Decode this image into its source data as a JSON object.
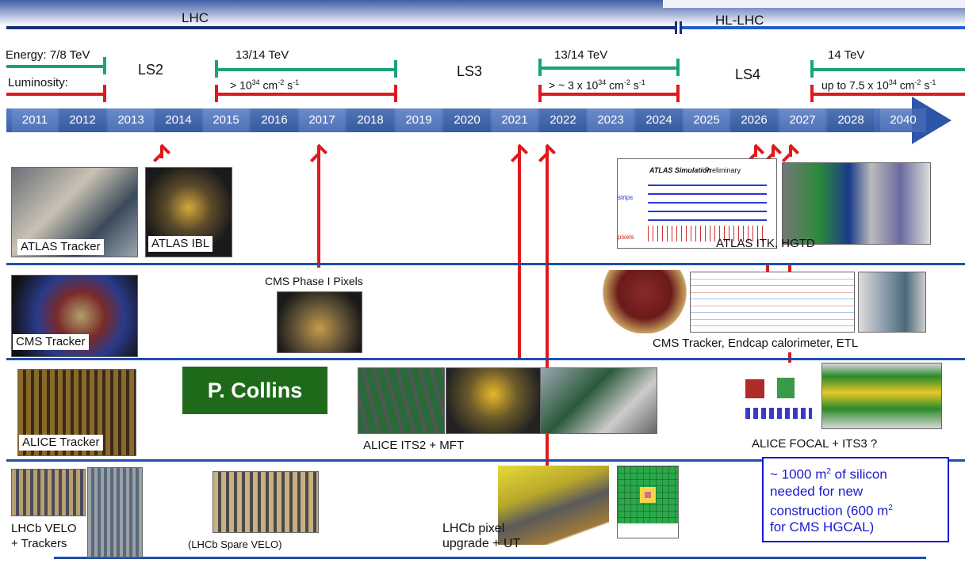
{
  "colors": {
    "accent_blue": "#1f4fa8",
    "red": "#e0191c",
    "green": "#1aa37a",
    "banner_green": "#1f6a1a"
  },
  "eras": {
    "lhc": "LHC",
    "hl_lhc": "HL-LHC"
  },
  "runs": [
    {
      "energy": "Energy: 7/8 TeV",
      "luminosity": "Luminosity:"
    },
    {
      "energy": "13/14 TeV",
      "luminosity_pre": "> 10",
      "lum_sup": "34",
      "lum_mid": " cm",
      "lum_sup2": "-2",
      "lum_post": " s",
      "lum_sup3": "-1"
    },
    {
      "energy": "13/14 TeV",
      "luminosity_pre": "> ~ 3 x 10",
      "lum_sup": "34",
      "lum_mid": " cm",
      "lum_sup2": "-2",
      "lum_post": " s",
      "lum_sup3": "-1"
    },
    {
      "energy": "14 TeV",
      "luminosity_pre": "up to 7.5 x 10",
      "lum_sup": "34",
      "lum_mid": " cm",
      "lum_sup2": "-2",
      "lum_post": " s",
      "lum_sup3": "-1"
    }
  ],
  "shutdowns": {
    "ls2": "LS2",
    "ls3": "LS3",
    "ls4": "LS4"
  },
  "years": [
    "2011",
    "2012",
    "2013",
    "2014",
    "2015",
    "2016",
    "2017",
    "2018",
    "2019",
    "2020",
    "2021",
    "2022",
    "2023",
    "2024",
    "2025",
    "2026",
    "2027",
    "2028",
    "2040"
  ],
  "rows": {
    "atlas": {
      "tracker": "ATLAS Tracker",
      "ibl": "ATLAS IBL",
      "itk": "ATLAS ITK, HGTD",
      "sim_title": "ATLAS Simulation",
      "sim_prelim": "Preliminary",
      "strips": "strips",
      "pixels": "pixels"
    },
    "cms": {
      "tracker": "CMS Tracker",
      "phase1": "CMS Phase I Pixels",
      "upgrade": "CMS Tracker, Endcap calorimeter, ETL"
    },
    "alice": {
      "tracker": "ALICE Tracker",
      "its2": "ALICE ITS2 + MFT",
      "focal": "ALICE FOCAL + ITS3 ?"
    },
    "lhcb": {
      "velo_line1": "LHCb VELO",
      "velo_line2": "+ Trackers",
      "spare": "(LHCb Spare VELO)",
      "pixel_line1": "LHCb pixel",
      "pixel_line2": "upgrade + UT"
    }
  },
  "banner": "P. Collins",
  "note": {
    "l1_pre": "~ 1000 m",
    "l1_sup": "2",
    "l1_post": " of silicon",
    "l2": "needed for new",
    "l3_pre": "construction (600 m",
    "l3_sup": "2",
    "l4": "for CMS HGCAL)"
  }
}
